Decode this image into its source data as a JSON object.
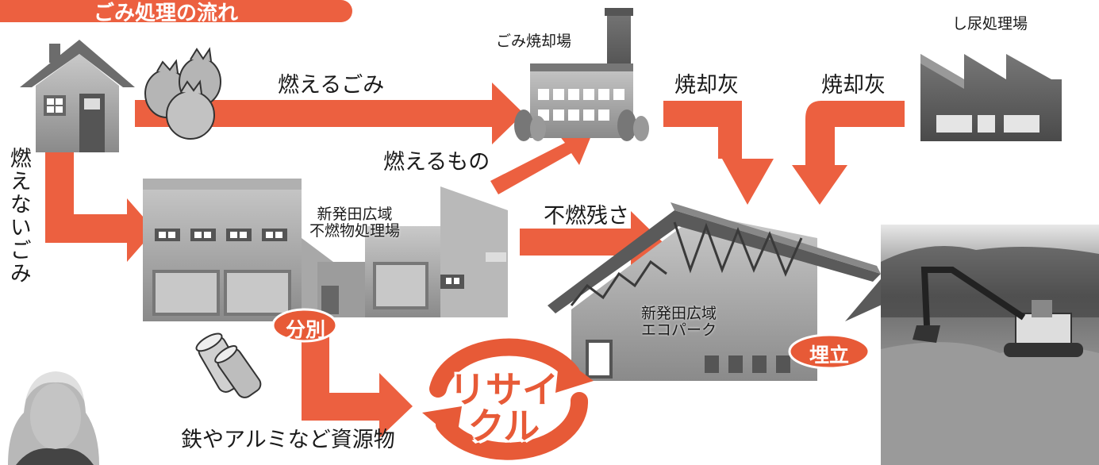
{
  "title": "ごみ処理の流れ",
  "colors": {
    "arrow": "#ec6040",
    "building": "#9a9a9a",
    "text": "#1a1a1a"
  },
  "labels": {
    "burnable_garbage": "燃えるごみ",
    "incinerator": "ごみ焼却場",
    "incineration_ash_1": "焼却灰",
    "incineration_ash_2": "焼却灰",
    "sewage_plant": "し尿処理場",
    "non_burnable_garbage": "燃えないごみ",
    "burnable_items": "燃えるもの",
    "nonburnable_facility": "新発田広域\n不燃物処理場",
    "nonburnable_residue": "不燃残さ",
    "eco_park": "新発田広域\nエコパーク",
    "sorting": "分別",
    "landfill": "埋立",
    "recycle": "リサイ\nクル",
    "resources": "鉄やアルミなど資源物"
  }
}
